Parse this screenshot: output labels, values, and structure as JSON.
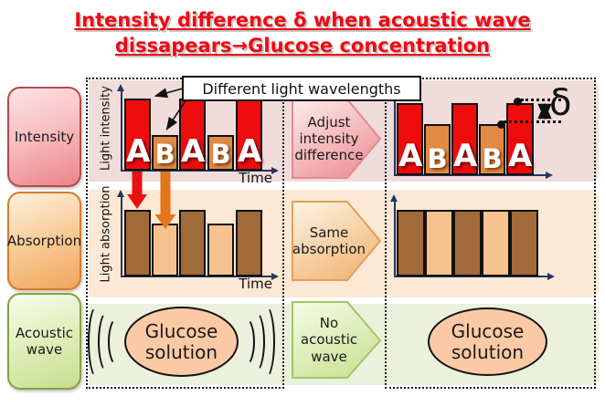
{
  "title": {
    "line1": "Intensity difference δ when acoustic wave",
    "line2": "dissapears→Glucose concentration"
  },
  "left_labels": {
    "intensity": "Intensity",
    "absorption": "Absorption",
    "acoustic": "Acoustic wave"
  },
  "callouts": {
    "wavelengths": "Different light wavelengths",
    "adjust": "Adjust intensity difference",
    "same": "Same absorption",
    "no_wave": "No acoustic wave",
    "delta": "δ"
  },
  "axis": {
    "time": "Time",
    "light_intensity": "Light intensity",
    "light_absorption": "Light absorption"
  },
  "glucose": {
    "line1": "Glucose",
    "line2": "solution"
  },
  "bars": [
    "A",
    "B",
    "A",
    "B",
    "A"
  ],
  "charts": {
    "intensity_before": {
      "type": "bar",
      "ylabel": "Light intensity",
      "xlabel": "Time",
      "bars": [
        "A",
        "B",
        "A",
        "B",
        "A"
      ],
      "relative_heights": [
        1.0,
        0.49,
        1.0,
        0.49,
        1.0
      ]
    },
    "intensity_after": {
      "type": "bar",
      "bars": [
        "A",
        "B",
        "A",
        "B",
        "A"
      ],
      "relative_heights": [
        1.0,
        0.71,
        1.0,
        0.71,
        1.0
      ],
      "annotation": "δ = intensity difference between A and B tops"
    },
    "absorption_before": {
      "type": "bar",
      "ylabel": "Light absorption",
      "xlabel": "Time",
      "relative_heights": [
        1.0,
        0.79,
        1.0,
        0.79,
        1.0
      ]
    },
    "absorption_after": {
      "type": "bar",
      "relative_heights": [
        1.0,
        1.0,
        1.0,
        1.0,
        1.0
      ]
    }
  },
  "colors": {
    "title_red": "#ee0a14",
    "band_pink": "#f0dcdb",
    "band_peach": "#fce8d4",
    "band_green": "#ebf1dc",
    "bar_a_red": "#ee0d0d",
    "bar_b_orange": "#e28a43",
    "absorb_dark_brown": "#a16a39",
    "absorb_light_tan": "#f6c290",
    "glucose_fill": "#fbcaa4",
    "axis_navy": "#25365a",
    "red_arrow": "#e81212",
    "orange_arrow": "#e2761b"
  }
}
